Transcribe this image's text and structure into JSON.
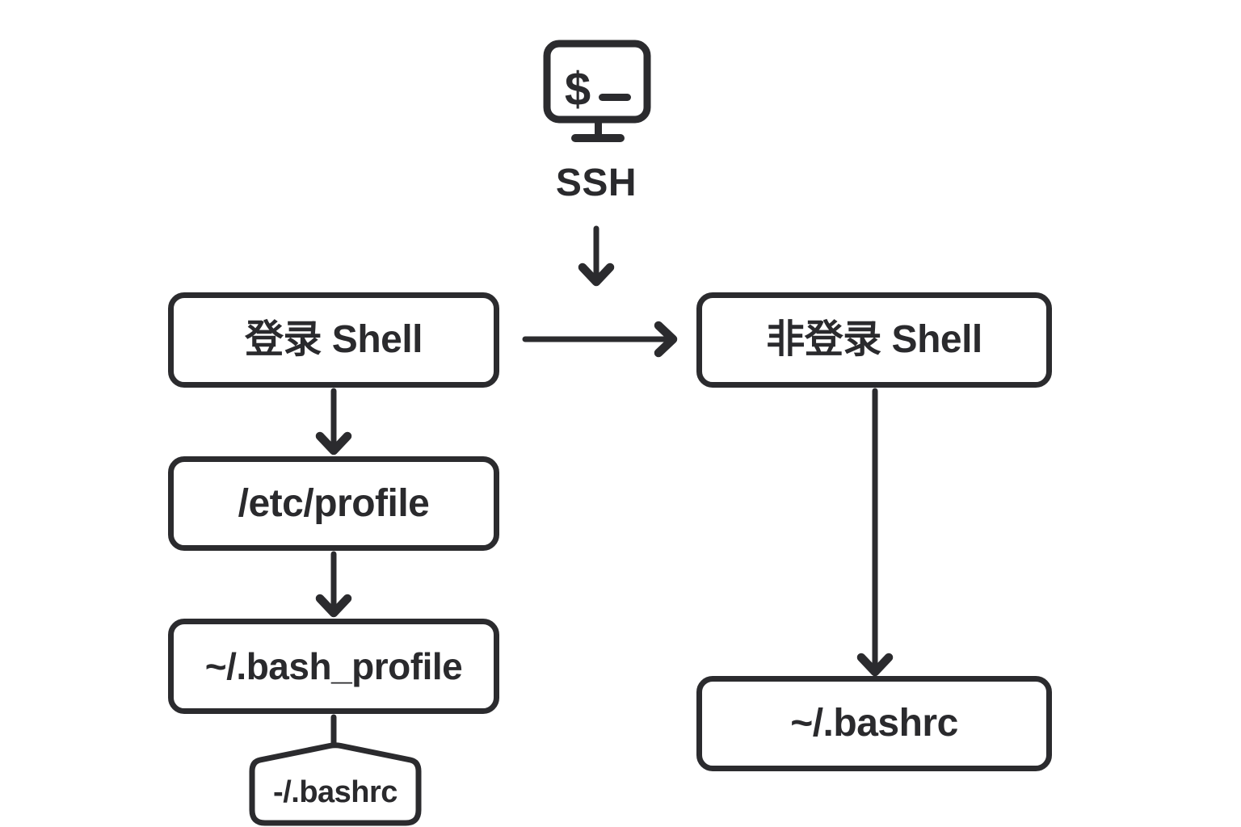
{
  "diagram": {
    "title_hint": "bash shell startup files flow",
    "ssh": {
      "label": "SSH",
      "prompt_symbol": "$",
      "icon": "terminal-monitor-icon"
    },
    "nodes": {
      "login_shell": {
        "label": "登录 Shell"
      },
      "non_login_shell": {
        "label": "非登录 Shell"
      },
      "etc_profile": {
        "label": "/etc/profile"
      },
      "bash_profile": {
        "label": "~/.bash_profile"
      },
      "bashrc_left": {
        "label": "-/.bashrc"
      },
      "bashrc_right": {
        "label": "~/.bashrc"
      }
    },
    "edges": [
      {
        "from": "ssh_icon",
        "to": "shells_row",
        "type": "arrow-down"
      },
      {
        "from": "login_shell",
        "to": "non_login_shell",
        "type": "arrow-right"
      },
      {
        "from": "login_shell",
        "to": "etc_profile",
        "type": "arrow-down"
      },
      {
        "from": "etc_profile",
        "to": "bash_profile",
        "type": "arrow-down"
      },
      {
        "from": "bash_profile",
        "to": "bashrc_left",
        "type": "plain-line"
      },
      {
        "from": "non_login_shell",
        "to": "bashrc_right",
        "type": "arrow-down"
      }
    ],
    "colors": {
      "stroke": "#2b2b2e",
      "text": "#2a2a2d",
      "background": "#ffffff"
    }
  }
}
